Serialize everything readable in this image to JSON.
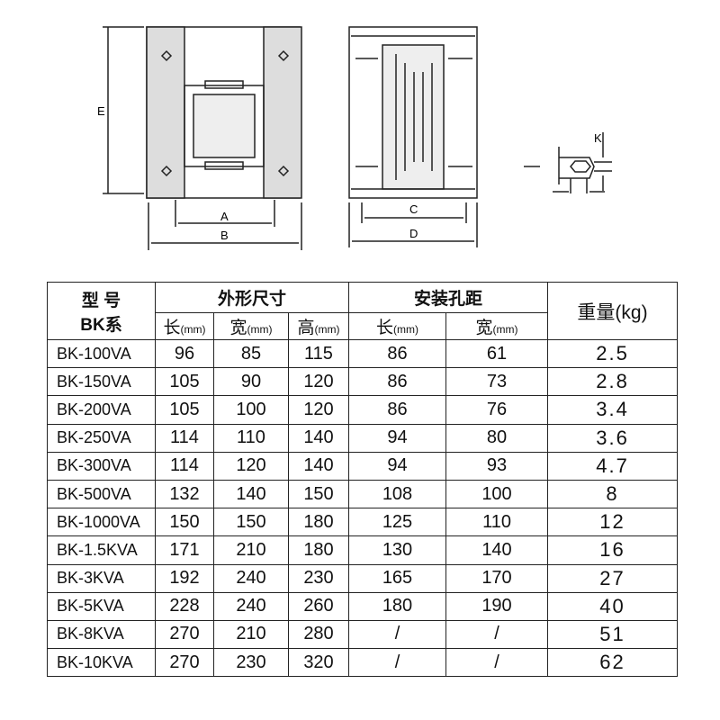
{
  "diagram_labels": {
    "A": "A",
    "B": "B",
    "C": "C",
    "D": "D",
    "E": "E",
    "K": "K"
  },
  "table": {
    "header": {
      "model_line1": "型 号",
      "model_line2": "BK系",
      "outer_dims": "外形尺寸",
      "mount_holes": "安装孔距",
      "weight": "重量(kg)",
      "sub": [
        {
          "label": "长",
          "unit": "(mm)"
        },
        {
          "label": "宽",
          "unit": "(mm)"
        },
        {
          "label": "高",
          "unit": "(mm)"
        },
        {
          "label": "长",
          "unit": "(mm)"
        },
        {
          "label": "宽",
          "unit": "(mm)"
        }
      ]
    },
    "rows": [
      [
        "BK-100VA",
        "96",
        "85",
        "115",
        "86",
        "61",
        "2.5"
      ],
      [
        "BK-150VA",
        "105",
        "90",
        "120",
        "86",
        "73",
        "2.8"
      ],
      [
        "BK-200VA",
        "105",
        "100",
        "120",
        "86",
        "76",
        "3.4"
      ],
      [
        "BK-250VA",
        "114",
        "110",
        "140",
        "94",
        "80",
        "3.6"
      ],
      [
        "BK-300VA",
        "114",
        "120",
        "140",
        "94",
        "93",
        "4.7"
      ],
      [
        "BK-500VA",
        "132",
        "140",
        "150",
        "108",
        "100",
        "8"
      ],
      [
        "BK-1000VA",
        "150",
        "150",
        "180",
        "125",
        "110",
        "12"
      ],
      [
        "BK-1.5KVA",
        "171",
        "210",
        "180",
        "130",
        "140",
        "16"
      ],
      [
        "BK-3KVA",
        "192",
        "240",
        "230",
        "165",
        "170",
        "27"
      ],
      [
        "BK-5KVA",
        "228",
        "240",
        "260",
        "180",
        "190",
        "40"
      ],
      [
        "BK-8KVA",
        "270",
        "210",
        "280",
        "/",
        "/",
        "51"
      ],
      [
        "BK-10KVA",
        "270",
        "230",
        "320",
        "/",
        "/",
        "62"
      ]
    ]
  }
}
